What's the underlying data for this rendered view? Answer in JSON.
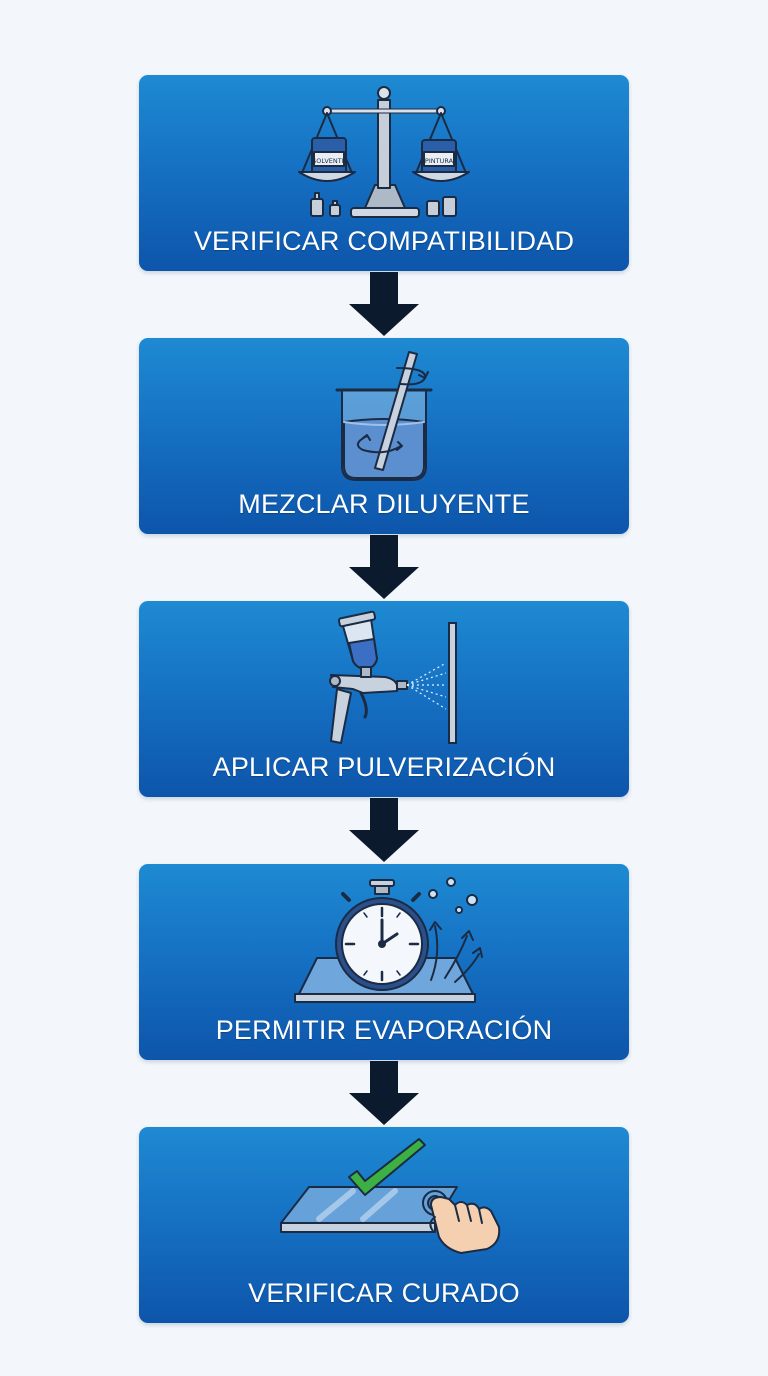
{
  "steps": [
    {
      "label": "VERIFICAR COMPATIBILIDAD",
      "icon": "balance-scale-icon",
      "tags": [
        "SOLVENTE",
        "PINTURA"
      ]
    },
    {
      "label": "MEZCLAR DILUYENTE",
      "icon": "mixing-beaker-icon"
    },
    {
      "label": "APLICAR PULVERIZACIÓN",
      "icon": "spray-gun-icon"
    },
    {
      "label": "PERMITIR EVAPORACIÓN",
      "icon": "stopwatch-evaporation-icon"
    },
    {
      "label": "VERIFICAR CURADO",
      "icon": "touch-check-icon"
    }
  ],
  "colors": {
    "background": "#f3f7fb",
    "box_top": "#1e8ad2",
    "box_bottom": "#0d55ab",
    "arrow": "#0b1a2c",
    "check": "#3cb043"
  }
}
